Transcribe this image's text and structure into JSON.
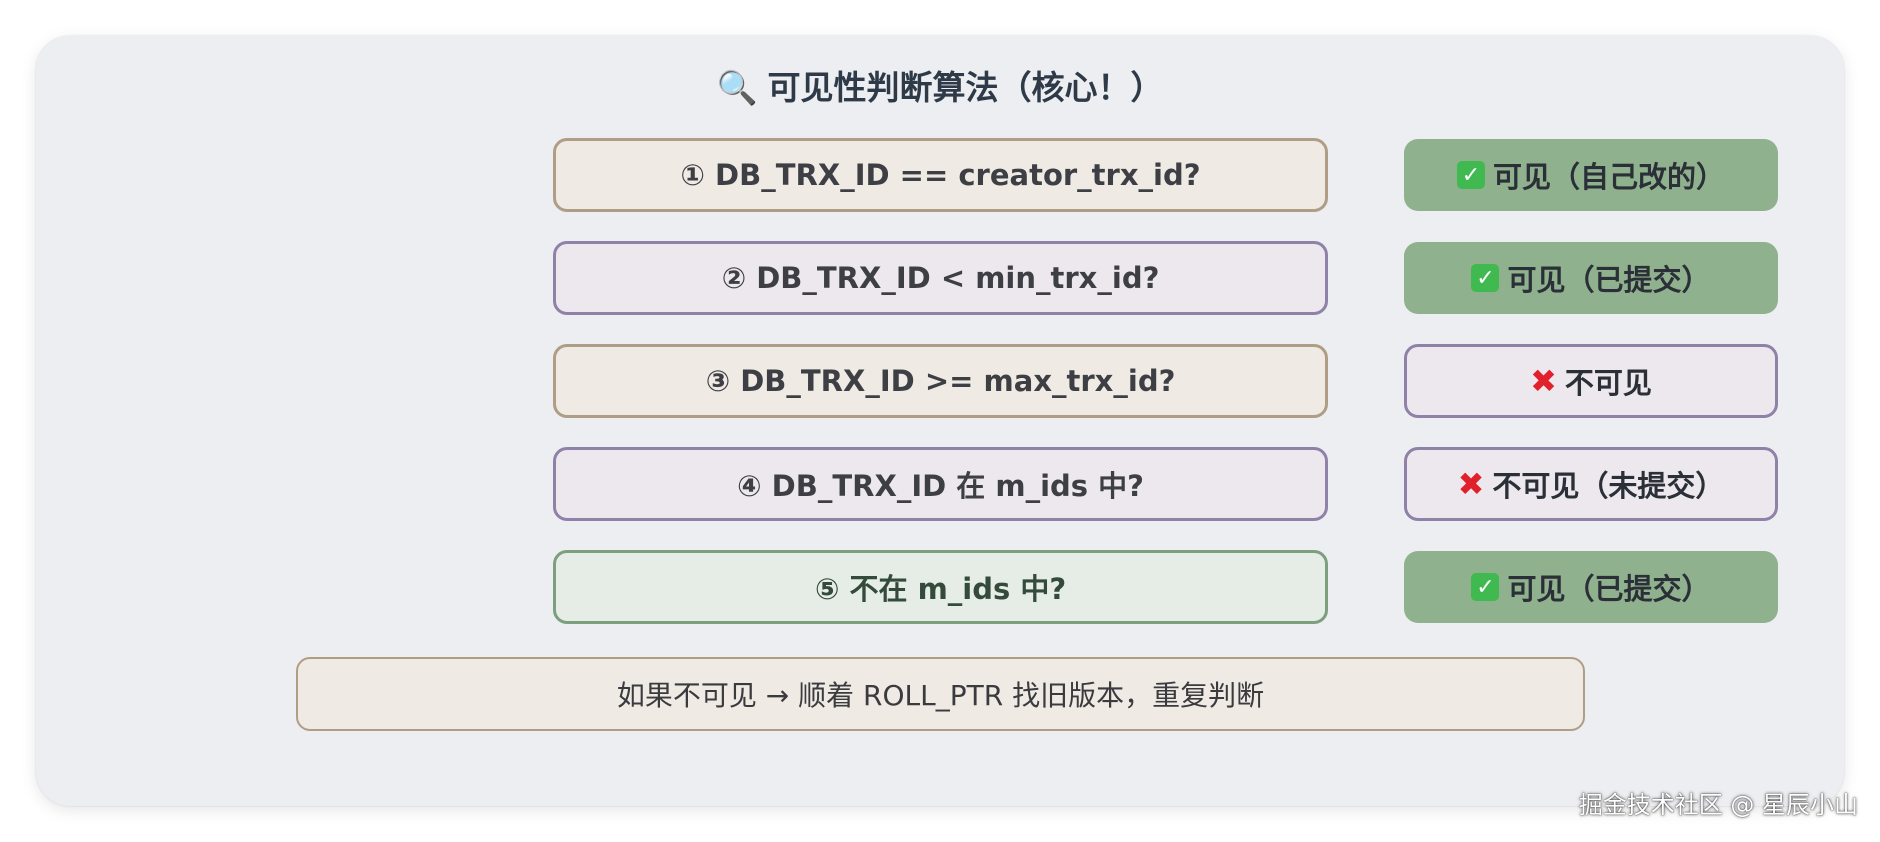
{
  "title": {
    "icon": "🔍",
    "text": "可见性判断算法（核心！）"
  },
  "conditions": [
    "① DB_TRX_ID == creator_trx_id?",
    "② DB_TRX_ID < min_trx_id?",
    "③ DB_TRX_ID >= max_trx_id?",
    "④ DB_TRX_ID 在 m_ids 中?",
    "⑤ 不在 m_ids 中?"
  ],
  "results": [
    {
      "icon": "check-mark-icon",
      "mark": "✓",
      "text": "可见（自己改的）"
    },
    {
      "icon": "check-mark-icon",
      "mark": "✓",
      "text": "可见（已提交）"
    },
    {
      "icon": "cross-mark-icon",
      "mark": "✖",
      "text": "不可见"
    },
    {
      "icon": "cross-mark-icon",
      "mark": "✖",
      "text": "不可见（未提交）"
    },
    {
      "icon": "check-mark-icon",
      "mark": "✓",
      "text": "可见（已提交）"
    }
  ],
  "footer_note": "如果不可见 → 顺着 ROLL_PTR 找旧版本，重复判断",
  "watermark": "掘金技术社区 @ 星辰小山",
  "colors": {
    "card_background": "#eceef1",
    "tan_box_fill": "#efebe4",
    "tan_box_border": "#b09d85",
    "purple_box_fill": "#ede8ed",
    "purple_box_border": "#8f81a8",
    "green_box_fill": "#e6ede7",
    "green_box_border": "#7e9f7f",
    "visible_result_fill": "#8fb18e",
    "check_mark": "#3fb950",
    "cross_mark": "#e0202a"
  }
}
